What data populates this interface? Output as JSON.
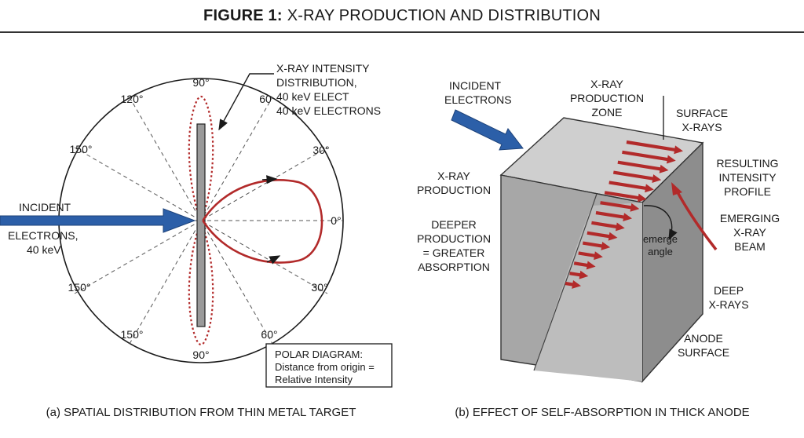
{
  "title": {
    "bold": "FIGURE 1:",
    "rest": "X-RAY PRODUCTION AND DISTRIBUTION"
  },
  "left": {
    "caption": "(a) SPATIAL DISTRIBUTION FROM THIN METAL TARGET",
    "angles": {
      "top": "90°",
      "bottom": "90°",
      "upper_left_120": "120°",
      "upper_left_150": "150°",
      "lower_left_150": "150°",
      "lower_left_bottom_150": "150°",
      "upper_right_60": "60",
      "upper_right_30": "30°",
      "right_0": "0°",
      "lower_right_30": "30°",
      "lower_right_60": "60°"
    },
    "distribution_label": [
      "X-RAY INTENSITY",
      "DISTRIBUTION,",
      "40 keV ELECT",
      "40 keV ELECTRONS"
    ],
    "incident_label": "INCIDENT",
    "electrons_label": [
      "ELECTRONS,",
      "40 keV"
    ],
    "legend": [
      "POLAR DIAGRAM:",
      "Distance from origin =",
      "Relative Intensity"
    ]
  },
  "right": {
    "caption": "(b) EFFECT OF SELF-ABSORPTION IN THICK ANODE",
    "incident_label": [
      "INCIDENT",
      "ELECTRONS"
    ],
    "production_zone": [
      "X-RAY",
      "PRODUCTION",
      "ZONE"
    ],
    "surface_xrays": [
      "SURFACE",
      "X-RAYS"
    ],
    "resulting_profile": [
      "RESULTING",
      "INTENSITY",
      "PROFILE"
    ],
    "xray_production": [
      "X-RAY",
      "PRODUCTION"
    ],
    "deeper_production": [
      "DEEPER",
      "PRODUCTION",
      "= GREATER",
      "ABSORPTION"
    ],
    "emerging_beam": [
      "EMERGING",
      "X-RAY",
      "BEAM"
    ],
    "emerge_angle": [
      "emerge",
      "angle"
    ],
    "deep_xrays": [
      "DEEP",
      "X-RAYS"
    ],
    "anode_surface": [
      "ANODE",
      "SURFACE"
    ]
  },
  "colors": {
    "red": "#b22a2a",
    "blue": "#2c5fa8",
    "gray_front": "#a7a7a7",
    "gray_side": "#8d8d8d",
    "gray_top": "#cfcfcf"
  }
}
